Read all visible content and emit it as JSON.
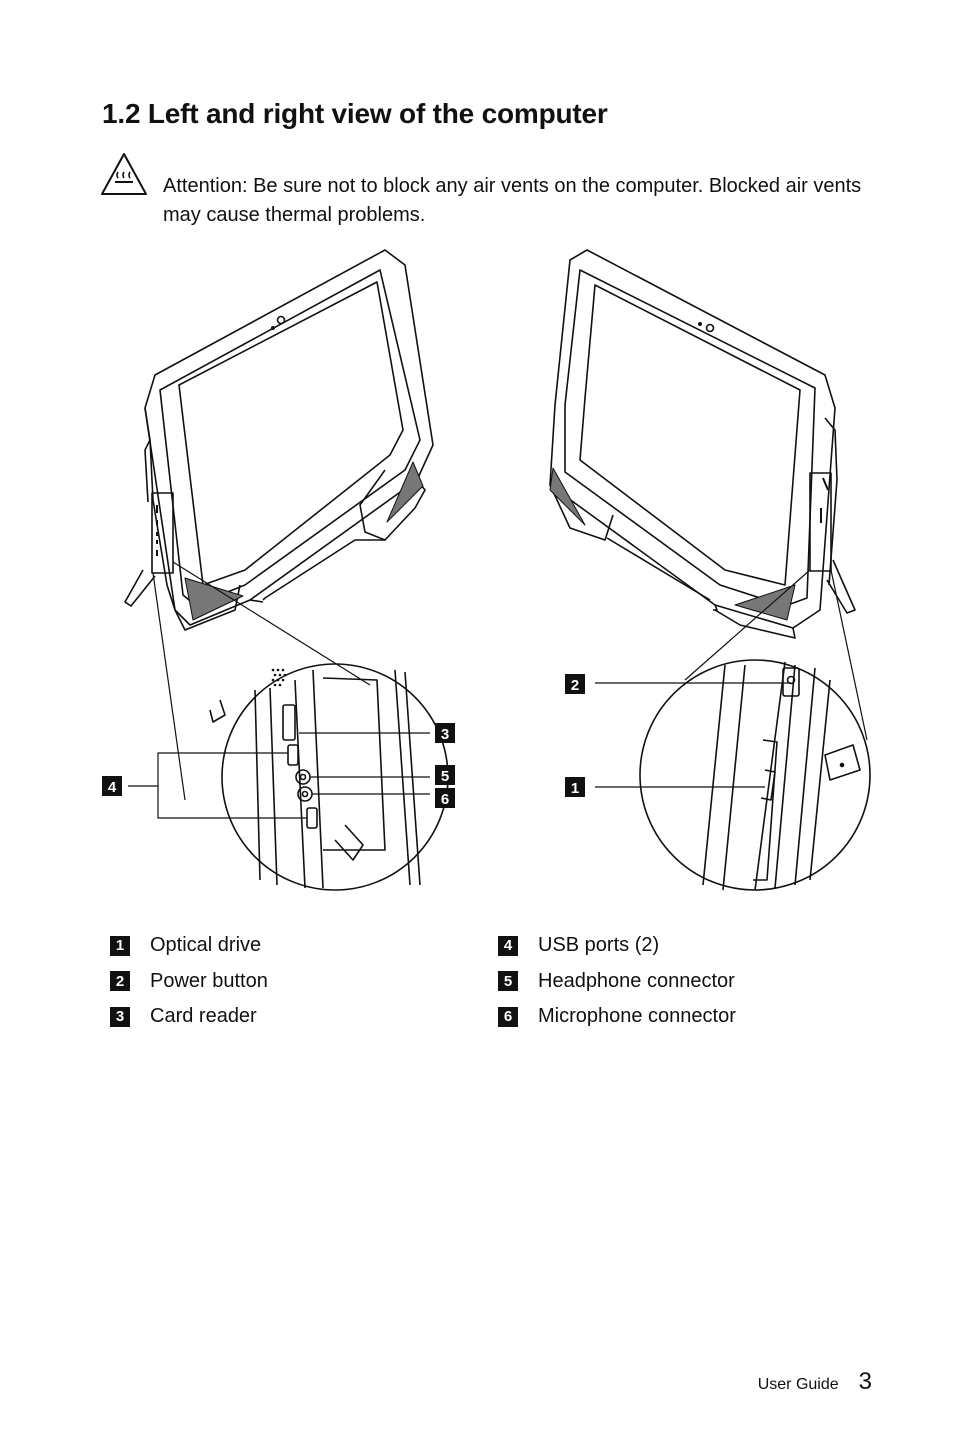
{
  "page": {
    "title": "1.2 Left and right view of the computer",
    "attention_label": "Attention:",
    "attention_text": " Be sure not to block any air vents on the computer. Blocked air vents may cause thermal problems.",
    "callouts": [
      "1",
      "2",
      "3",
      "4",
      "5",
      "6"
    ],
    "legend": [
      {
        "num": "1",
        "label": "Optical drive"
      },
      {
        "num": "2",
        "label": "Power button"
      },
      {
        "num": "3",
        "label": "Card reader"
      },
      {
        "num": "4",
        "label": "USB ports (2)"
      },
      {
        "num": "5",
        "label": "Headphone connector"
      },
      {
        "num": "6",
        "label": "Microphone connector"
      }
    ],
    "footer_label": "User Guide",
    "page_number": "3"
  }
}
